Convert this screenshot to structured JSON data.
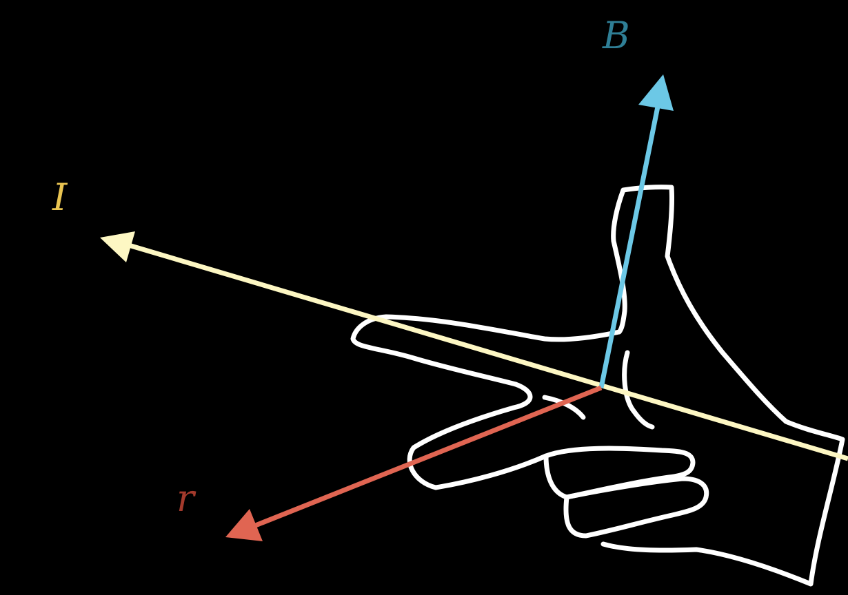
{
  "diagram": {
    "labels": {
      "B": "B",
      "I": "I",
      "r": "r"
    },
    "colors": {
      "background": "#000000",
      "hand_outline": "#ffffff",
      "B_vector": "#6cc8e6",
      "B_label": "#2f7f96",
      "I_vector": "#fdf7c3",
      "I_label": "#e9c451",
      "r_vector": "#e06552",
      "r_label": "#a43a2c"
    },
    "icons": {
      "hand": "right-hand-rule-hand-outline"
    }
  }
}
